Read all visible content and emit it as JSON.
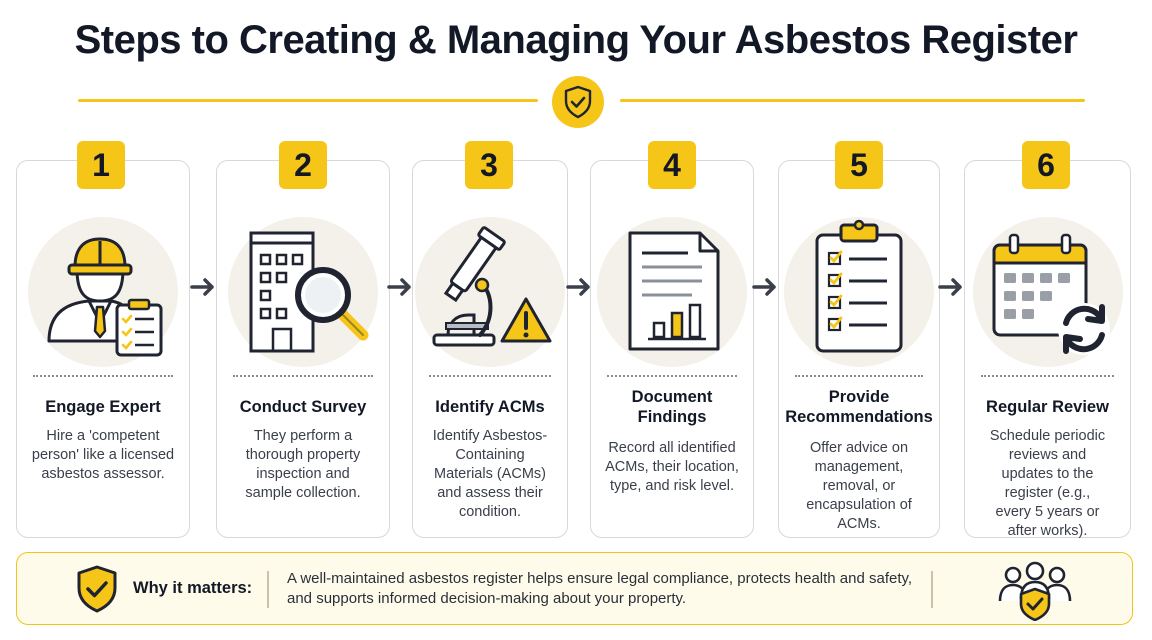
{
  "title": "Steps to Creating & Managing Your Asbestos Register",
  "colors": {
    "accent": "#f5c518",
    "ink": "#1f2430",
    "card_border": "#d8d8d8",
    "circle_bg": "#f4f1ea"
  },
  "steps": [
    {
      "number": "1",
      "title": "Engage Expert",
      "description": "Hire a 'competent person' like a licensed asbestos assessor.",
      "icon": "worker-with-clipboard-icon"
    },
    {
      "number": "2",
      "title": "Conduct Survey",
      "description": "They perform a thorough property inspection and sample collection.",
      "icon": "building-magnifier-icon"
    },
    {
      "number": "3",
      "title": "Identify ACMs",
      "description": "Identify Asbestos-Containing Materials (ACMs) and assess their condition.",
      "icon": "microscope-warning-icon"
    },
    {
      "number": "4",
      "title": "Document Findings",
      "description": "Record all identified ACMs, their location, type, and risk level.",
      "icon": "report-document-icon"
    },
    {
      "number": "5",
      "title": "Provide Recommendations",
      "description": "Offer advice on management, removal, or encapsulation of ACMs.",
      "icon": "checklist-clipboard-icon"
    },
    {
      "number": "6",
      "title": "Regular Review",
      "description": "Schedule periodic reviews and updates to the register (e.g., every 5 years or after works).",
      "icon": "calendar-refresh-icon"
    }
  ],
  "footer": {
    "label": "Why it matters:",
    "text": "A well-maintained asbestos register helps ensure legal compliance, protects health and safety, and supports informed decision-making about your property.",
    "left_icon": "shield-check-icon",
    "right_icon": "people-shield-icon"
  }
}
